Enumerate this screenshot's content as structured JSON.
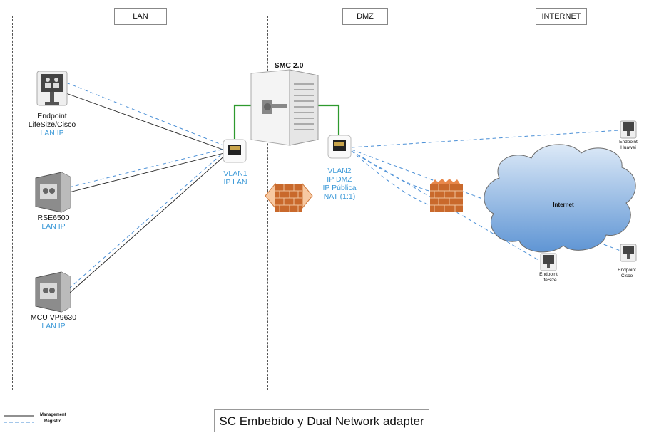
{
  "zones": {
    "lan": "LAN",
    "dmz": "DMZ",
    "internet": "INTERNET"
  },
  "server": {
    "title": "SMC 2.0"
  },
  "lan_devices": {
    "endpoint": {
      "name1": "Endpoint",
      "name2": "LifeSize/Cisco",
      "ip": "LAN IP"
    },
    "rse": {
      "name": "RSE6500",
      "ip": "LAN IP"
    },
    "mcu": {
      "name": "MCU VP9630",
      "ip": "LAN IP"
    }
  },
  "vlan1": {
    "line1": "VLAN1",
    "line2": "IP LAN"
  },
  "vlan2": {
    "line1": "VLAN2",
    "line2": "IP DMZ",
    "line3": "IP Pública",
    "line4": "NAT (1:1)"
  },
  "cloud": {
    "label": "Internet"
  },
  "remote_endpoints": {
    "huawei": {
      "line1": "Endpoint",
      "line2": "Huawei"
    },
    "lifesize": {
      "line1": "Endpoint",
      "line2": "LifeSize"
    },
    "cisco": {
      "line1": "Endpoint",
      "line2": "Cisco"
    }
  },
  "legend": {
    "management": "Management",
    "registro": "Registro"
  },
  "caption": "SC Embebido y Dual Network adapter",
  "colors": {
    "management_line": "#222222",
    "registro_line": "#4a8fd6",
    "link_green": "#2e9a2e",
    "ip_text": "#3d9ad8",
    "firewall": "#c9692c"
  },
  "icons": [
    "telepresence-endpoint-icon",
    "server-rack-icon",
    "network-port-icon",
    "firewall-icon",
    "cloud-icon",
    "smc-server-icon"
  ]
}
